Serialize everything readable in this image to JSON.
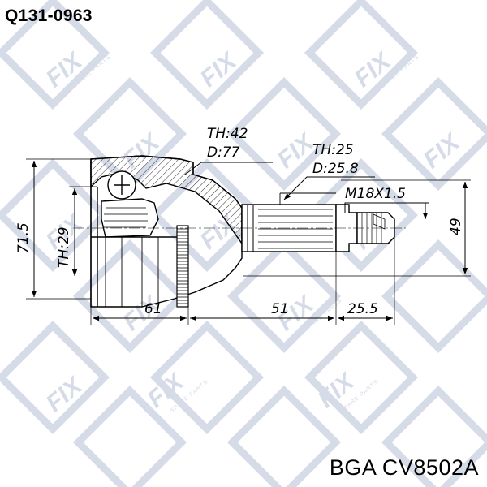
{
  "header": {
    "part_code": "Q131-0963"
  },
  "footer": {
    "brand_code": "BGA CV8502A"
  },
  "watermark": {
    "logo_text": "FIX",
    "tagline": "SPARE PARTS",
    "color": "#d6dbe8"
  },
  "drawing": {
    "outer_thread_label": "TH:42",
    "outer_diameter_label": "D:77",
    "shaft_thread_label": "TH:25",
    "shaft_diameter_label": "D:25.8",
    "thread_spec_label": "M18X1.5",
    "inner_thread_label": "TH:29",
    "height_left_label": "71.5",
    "height_right_label": "49",
    "length_body_label": "61",
    "length_shaft_label": "51",
    "length_tip_label": "25.5"
  }
}
